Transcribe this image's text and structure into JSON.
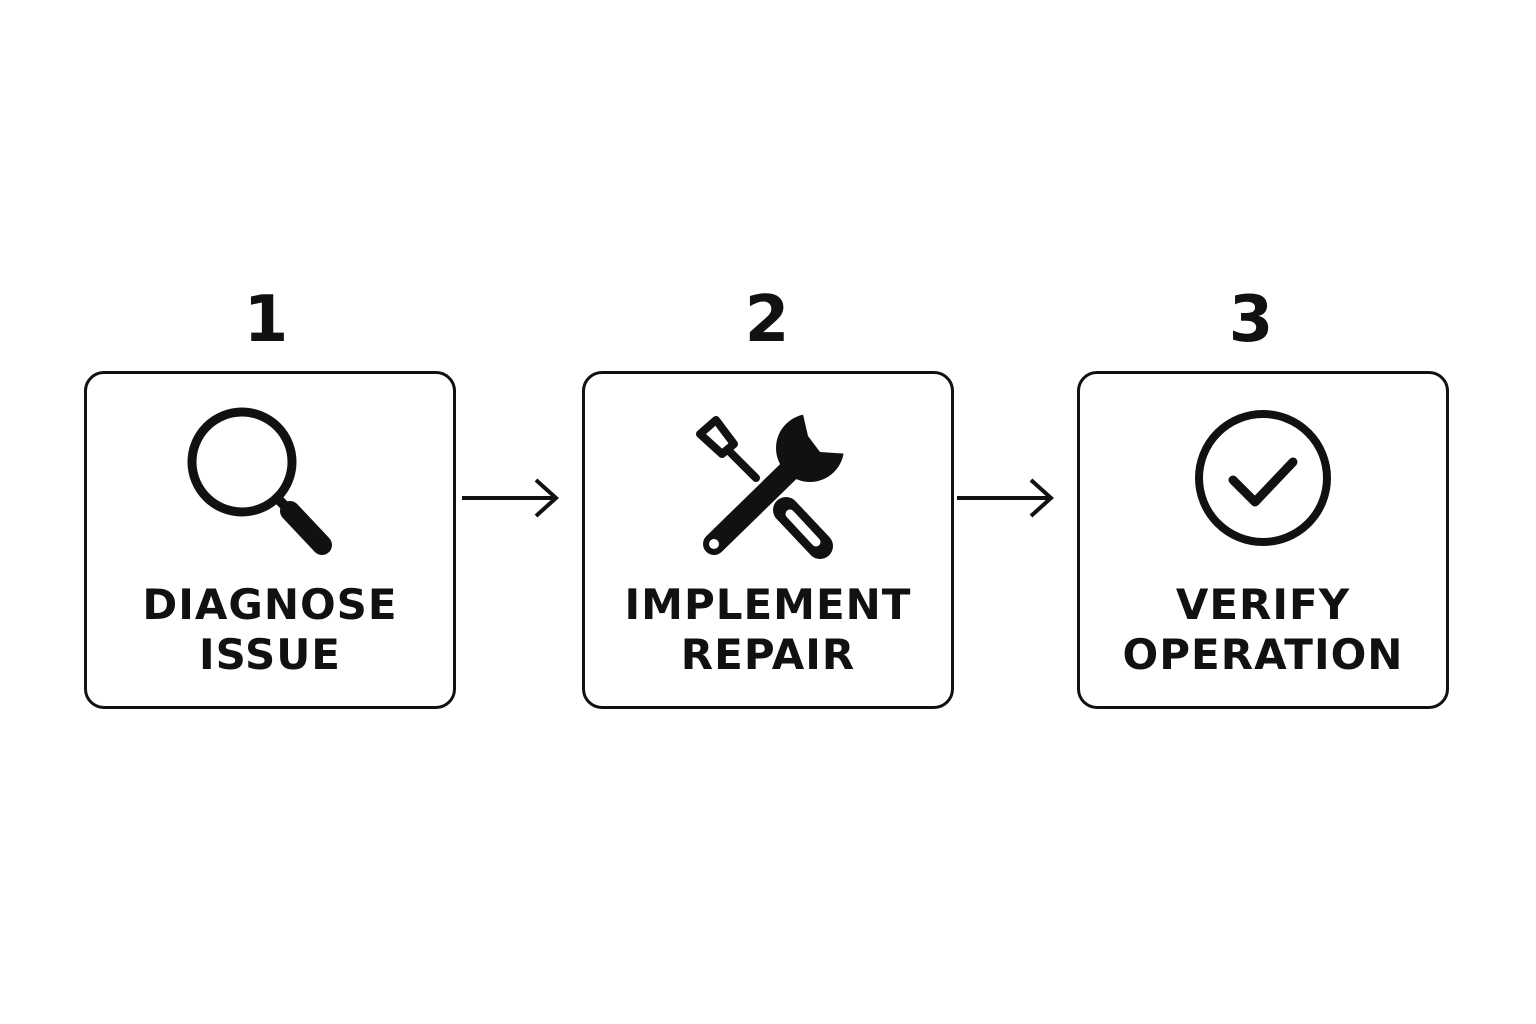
{
  "steps": [
    {
      "number": "1",
      "label_line1": "DIAGNOSE",
      "label_line2": "ISSUE",
      "icon": "magnifying-glass-icon"
    },
    {
      "number": "2",
      "label_line1": "IMPLEMENT",
      "label_line2": "REPAIR",
      "icon": "wrench-screwdriver-icon"
    },
    {
      "number": "3",
      "label_line1": "VERIFY",
      "label_line2": "OPERATION",
      "icon": "check-circle-icon"
    }
  ],
  "colors": {
    "stroke": "#111111",
    "background": "#ffffff"
  }
}
